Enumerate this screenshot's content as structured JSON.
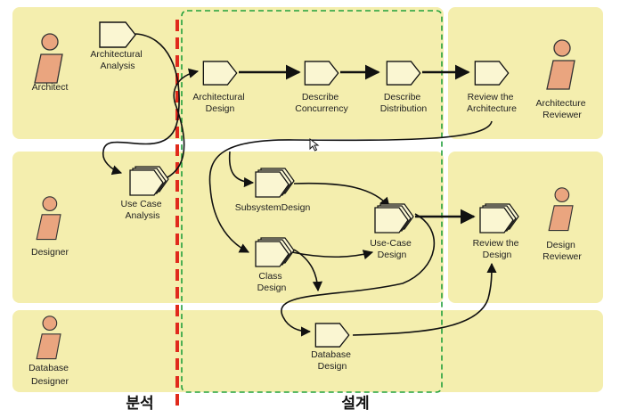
{
  "roles": {
    "architect": [
      "Architect"
    ],
    "designer": [
      "Designer"
    ],
    "database_designer": [
      "Database",
      "Designer"
    ],
    "architecture_reviewer": [
      "Architecture",
      "Reviewer"
    ],
    "design_reviewer": [
      "Design",
      "Reviewer"
    ]
  },
  "activities": {
    "architectural_analysis": [
      "Architectural",
      "Analysis"
    ],
    "use_case_analysis": [
      "Use Case",
      "Analysis"
    ],
    "architectural_design": [
      "Architectural",
      "Design"
    ],
    "describe_concurrency": [
      "Describe",
      "Concurrency"
    ],
    "describe_distribution": [
      "Describe",
      "Distribution"
    ],
    "review_architecture": [
      "Review the",
      "Architecture"
    ],
    "subsystem_design": [
      "SubsystemDesign"
    ],
    "class_design": [
      "Class",
      "Design"
    ],
    "use_case_design": [
      "Use-Case",
      "Design"
    ],
    "review_design": [
      "Review the",
      "Design"
    ],
    "database_design": [
      "Database",
      "Design"
    ]
  },
  "phases": {
    "analysis": "분석",
    "design": "설계"
  },
  "colors": {
    "lane": "#f4eeae",
    "artifact_fill": "#faf6d2",
    "role_figure": "#eaa57f",
    "analysis_boundary": "#e02a1c",
    "design_boundary": "#22a03c"
  }
}
